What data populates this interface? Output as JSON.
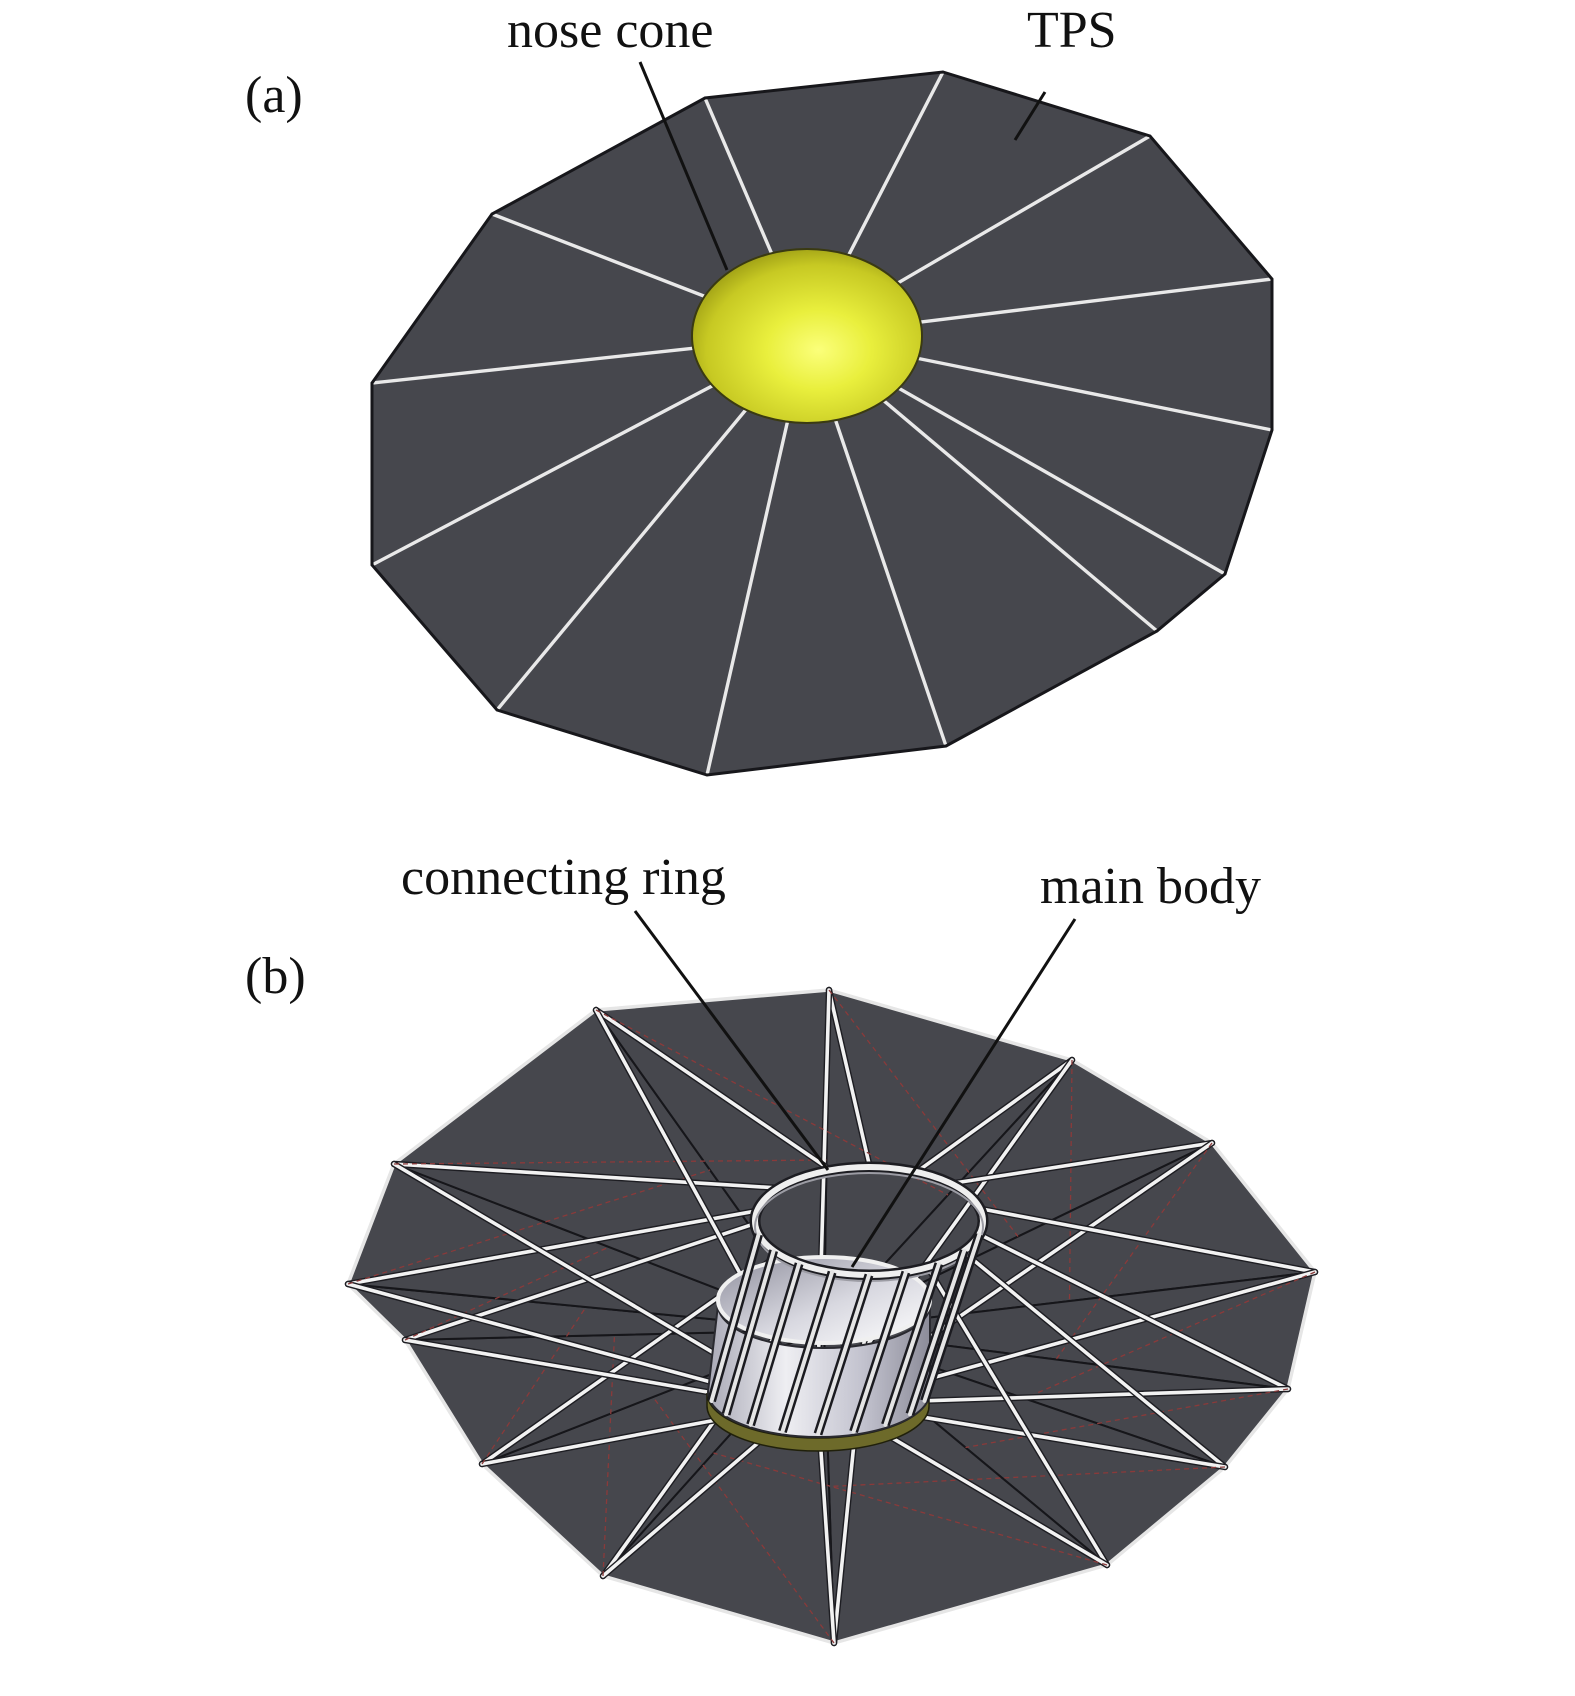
{
  "labels": {
    "panel_a": "(a)",
    "panel_b": "(b)",
    "nose_cone": "nose cone",
    "tps": "TPS",
    "connecting_ring": "connecting ring",
    "main_body": "main body"
  },
  "colors": {
    "tps_fabric": "#46474d",
    "nose_cone": "#e7ec3f",
    "ring": "#ededed",
    "main_body": "#c9c9d4",
    "background": "#ffffff"
  }
}
